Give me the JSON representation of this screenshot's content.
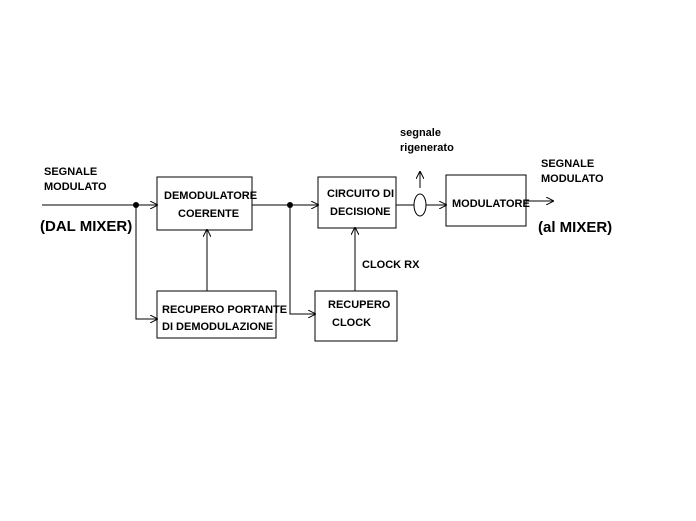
{
  "labels": {
    "input_top": "SEGNALE",
    "input_bottom": "MODULATO",
    "input_source": "(DAL MIXER)",
    "output_top": "SEGNALE",
    "output_bottom": "MODULATO",
    "output_dest": "(al MIXER)",
    "regen_top": "segnale",
    "regen_bottom": "rigenerato",
    "clock_rx": "CLOCK RX"
  },
  "blocks": {
    "demod": {
      "line1": "DEMODULATORE",
      "line2": "COERENTE"
    },
    "carrier": {
      "line1": "RECUPERO PORTANTE",
      "line2": "DI DEMODULAZIONE"
    },
    "decision": {
      "line1": "CIRCUITO DI",
      "line2": "DECISIONE"
    },
    "clock": {
      "line1": "RECUPERO",
      "line2": "CLOCK"
    },
    "modulator": {
      "line1": "MODULATORE"
    }
  }
}
